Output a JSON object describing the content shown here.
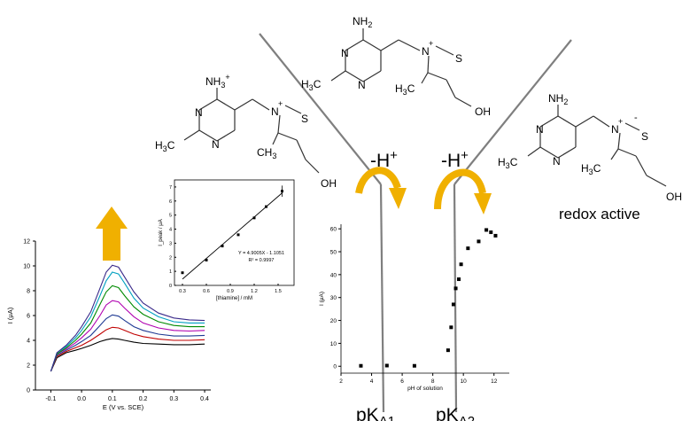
{
  "labels": {
    "minus_h_left": "-H",
    "minus_h_right": "-H",
    "plus_sign": "+",
    "redox": "redox active",
    "pka1_main": "pK",
    "pka1_sub": "A1",
    "pka2_main": "pK",
    "pka2_sub": "A2"
  },
  "molecules": {
    "top": {
      "nh2": "NH",
      "nh2_sub": "2",
      "n1": "N",
      "n2": "N",
      "n_plus": "N",
      "plus": "+",
      "s": "S",
      "h3c_1": "H",
      "h3c_1_sub": "3",
      "h3c_1_c": "C",
      "h3c_2": "H",
      "h3c_2_sub": "3",
      "h3c_2_c": "C",
      "oh": "OH"
    },
    "left": {
      "nh3": "NH",
      "nh3_sub": "3",
      "nh3_sup": "+",
      "n1": "N",
      "n2": "N",
      "n_plus": "N",
      "plus": "+",
      "s": "S",
      "h3c_1": "H",
      "h3c_1_sub": "3",
      "h3c_1_c": "C",
      "ch3": "CH",
      "ch3_sub": "3",
      "oh": "OH"
    },
    "right": {
      "nh2": "NH",
      "nh2_sub": "2",
      "n1": "N",
      "n2": "N",
      "n_plus": "N",
      "plus": "+",
      "minus": "-",
      "s": "S",
      "h3c_1": "H",
      "h3c_1_sub": "3",
      "h3c_1_c": "C",
      "h3c_2": "H",
      "h3c_2_sub": "3",
      "h3c_2_c": "C",
      "oh": "OH"
    }
  },
  "colors": {
    "arrow": "#f0b000",
    "arrow_dark": "#c98e00",
    "funnel": "#7f7f7f"
  },
  "chart_data": [
    {
      "type": "line",
      "xlabel": "E (V vs. SCE)",
      "ylabel": "I (μA)",
      "xlim": [
        -0.15,
        0.42
      ],
      "ylim": [
        0,
        12
      ],
      "xticks": [
        "-0.1",
        "0.0",
        "0.1",
        "0.2",
        "0.3",
        "0.4"
      ],
      "yticks": [
        "0",
        "2",
        "4",
        "6",
        "8",
        "10",
        "12"
      ],
      "series": [
        {
          "color": "#000000",
          "x": [
            -0.1,
            -0.08,
            -0.05,
            -0.02,
            0.0,
            0.03,
            0.06,
            0.08,
            0.1,
            0.12,
            0.14,
            0.17,
            0.2,
            0.25,
            0.3,
            0.35,
            0.4
          ],
          "y": [
            1.5,
            2.6,
            3.0,
            3.2,
            3.35,
            3.6,
            3.9,
            4.05,
            4.15,
            4.1,
            4.0,
            3.85,
            3.75,
            3.7,
            3.65,
            3.65,
            3.7
          ]
        },
        {
          "color": "#c00000",
          "x": [
            -0.1,
            -0.08,
            -0.05,
            -0.02,
            0.0,
            0.03,
            0.06,
            0.08,
            0.1,
            0.12,
            0.14,
            0.17,
            0.2,
            0.25,
            0.3,
            0.35,
            0.4
          ],
          "y": [
            1.5,
            2.7,
            3.1,
            3.4,
            3.6,
            4.0,
            4.5,
            4.85,
            5.05,
            5.0,
            4.8,
            4.5,
            4.3,
            4.1,
            4.0,
            4.0,
            4.05
          ]
        },
        {
          "color": "#1f3a93",
          "x": [
            -0.1,
            -0.08,
            -0.05,
            -0.02,
            0.0,
            0.03,
            0.06,
            0.08,
            0.1,
            0.12,
            0.14,
            0.17,
            0.2,
            0.25,
            0.3,
            0.35,
            0.4
          ],
          "y": [
            1.5,
            2.8,
            3.2,
            3.6,
            3.9,
            4.4,
            5.2,
            5.75,
            6.05,
            5.95,
            5.6,
            5.1,
            4.8,
            4.5,
            4.35,
            4.35,
            4.4
          ]
        },
        {
          "color": "#b000b0",
          "x": [
            -0.1,
            -0.08,
            -0.05,
            -0.02,
            0.0,
            0.03,
            0.06,
            0.08,
            0.1,
            0.12,
            0.14,
            0.17,
            0.2,
            0.25,
            0.3,
            0.35,
            0.4
          ],
          "y": [
            1.5,
            2.9,
            3.3,
            3.8,
            4.2,
            4.9,
            6.0,
            6.85,
            7.2,
            7.1,
            6.6,
            5.9,
            5.4,
            5.0,
            4.8,
            4.75,
            4.8
          ]
        },
        {
          "color": "#008a00",
          "x": [
            -0.1,
            -0.08,
            -0.05,
            -0.02,
            0.0,
            0.03,
            0.06,
            0.08,
            0.1,
            0.12,
            0.14,
            0.17,
            0.2,
            0.25,
            0.3,
            0.35,
            0.4
          ],
          "y": [
            1.5,
            2.9,
            3.4,
            4.0,
            4.5,
            5.4,
            6.9,
            7.9,
            8.4,
            8.25,
            7.6,
            6.7,
            6.1,
            5.5,
            5.2,
            5.1,
            5.1
          ]
        },
        {
          "color": "#00a0c0",
          "x": [
            -0.1,
            -0.08,
            -0.05,
            -0.02,
            0.0,
            0.03,
            0.06,
            0.08,
            0.1,
            0.12,
            0.14,
            0.17,
            0.2,
            0.25,
            0.3,
            0.35,
            0.4
          ],
          "y": [
            1.5,
            3.0,
            3.5,
            4.2,
            4.8,
            5.9,
            7.6,
            8.8,
            9.5,
            9.35,
            8.6,
            7.4,
            6.6,
            5.9,
            5.5,
            5.4,
            5.4
          ]
        },
        {
          "color": "#3a2a8a",
          "x": [
            -0.1,
            -0.08,
            -0.05,
            -0.02,
            0.0,
            0.03,
            0.06,
            0.08,
            0.1,
            0.12,
            0.14,
            0.17,
            0.2,
            0.25,
            0.3,
            0.35,
            0.4
          ],
          "y": [
            1.5,
            3.0,
            3.6,
            4.4,
            5.1,
            6.3,
            8.2,
            9.5,
            10.05,
            9.9,
            9.1,
            7.9,
            7.0,
            6.2,
            5.8,
            5.65,
            5.6
          ]
        }
      ]
    },
    {
      "type": "scatter",
      "xlabel": "[thiamine] / mM",
      "ylabel": "I_peak / μA",
      "xlim": [
        0.2,
        1.7
      ],
      "ylim": [
        0,
        7.5
      ],
      "xticks": [
        "0.3",
        "0.6",
        "0.9",
        "1.2",
        "1.5"
      ],
      "yticks": [
        "0",
        "1",
        "2",
        "3",
        "4",
        "5",
        "6",
        "7"
      ],
      "points": {
        "x": [
          0.3,
          0.6,
          0.8,
          1.0,
          1.2,
          1.35,
          1.55
        ],
        "y": [
          0.9,
          1.8,
          2.8,
          3.6,
          4.8,
          5.6,
          6.7
        ]
      },
      "fit_line": {
        "x": [
          0.3,
          1.55
        ],
        "y": [
          0.45,
          6.57
        ]
      },
      "annotations": [
        "Y = 4.9005X - 1.1051",
        "R² = 0.9997"
      ]
    },
    {
      "type": "scatter",
      "xlabel": "pH of solution",
      "ylabel": "I (μA)",
      "xlim": [
        2,
        13
      ],
      "ylim": [
        -3,
        62
      ],
      "xticks": [
        "2",
        "4",
        "6",
        "8",
        "10",
        "12"
      ],
      "yticks": [
        "0",
        "10",
        "20",
        "30",
        "40",
        "50",
        "60"
      ],
      "points": {
        "x": [
          3.3,
          5.0,
          6.8,
          9.0,
          9.2,
          9.35,
          9.5,
          9.7,
          9.85,
          10.3,
          11.0,
          11.5,
          11.8,
          12.1
        ],
        "y": [
          0.2,
          0.3,
          0.2,
          7,
          17,
          27,
          34,
          38,
          44.5,
          51.5,
          54.5,
          59.5,
          58.5,
          57
        ]
      }
    }
  ]
}
